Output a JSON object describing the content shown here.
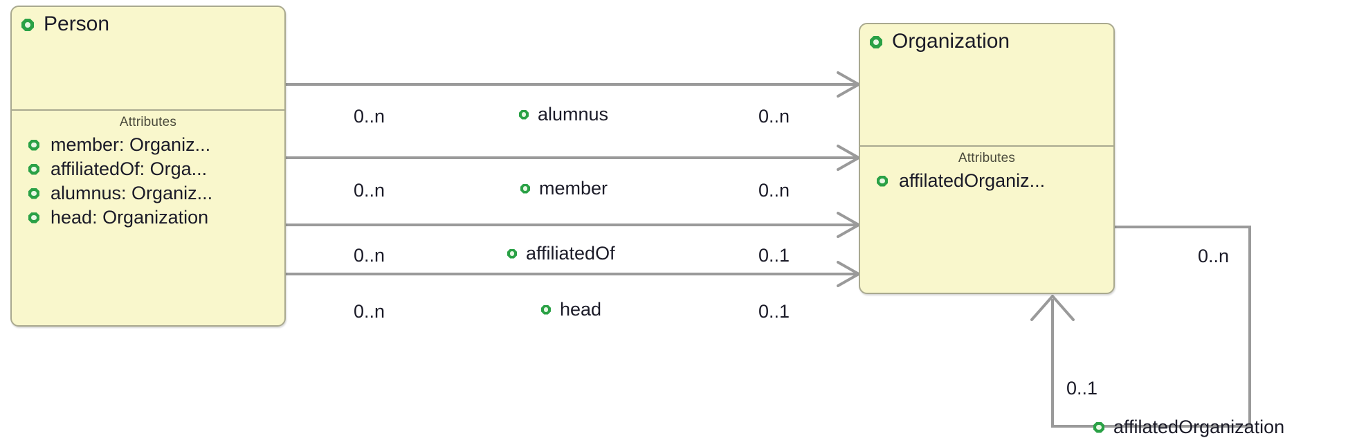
{
  "diagram": {
    "type": "uml-class-diagram",
    "colors": {
      "class_fill": "#f9f7cc",
      "class_border": "#a9a98f",
      "connector": "#9a9a9a",
      "icon_green": "#2aa146",
      "text": "#1b1b28"
    },
    "classes": [
      {
        "id": "person",
        "name": "Person",
        "icon": "green-octagon-icon",
        "attributes_caption": "Attributes",
        "attributes": [
          {
            "label": "member: Organiz...",
            "icon": "green-octagon-icon"
          },
          {
            "label": "affiliatedOf: Orga...",
            "icon": "green-octagon-icon"
          },
          {
            "label": "alumnus: Organiz...",
            "icon": "green-octagon-icon"
          },
          {
            "label": "head: Organization",
            "icon": "green-octagon-icon"
          }
        ]
      },
      {
        "id": "organization",
        "name": "Organization",
        "icon": "green-octagon-icon",
        "attributes_caption": "Attributes",
        "attributes": [
          {
            "label": "affilatedOrganiz...",
            "icon": "green-octagon-icon"
          }
        ]
      }
    ],
    "associations": [
      {
        "id": "alumnus",
        "source": "Person",
        "target": "Organization",
        "role": "alumnus",
        "source_multiplicity": "0..n",
        "target_multiplicity": "0..n",
        "icon": "green-octagon-icon"
      },
      {
        "id": "member",
        "source": "Person",
        "target": "Organization",
        "role": "member",
        "source_multiplicity": "0..n",
        "target_multiplicity": "0..n",
        "icon": "green-octagon-icon"
      },
      {
        "id": "affiliatedOf",
        "source": "Person",
        "target": "Organization",
        "role": "affiliatedOf",
        "source_multiplicity": "0..n",
        "target_multiplicity": "0..1",
        "icon": "green-octagon-icon"
      },
      {
        "id": "head",
        "source": "Person",
        "target": "Organization",
        "role": "head",
        "source_multiplicity": "0..n",
        "target_multiplicity": "0..1",
        "icon": "green-octagon-icon"
      },
      {
        "id": "affilatedOrganization",
        "source": "Organization",
        "target": "Organization",
        "role": "affilatedOrganization",
        "source_multiplicity": "0..n",
        "target_multiplicity": "0..1",
        "icon": "green-octagon-icon",
        "self_loop": true
      }
    ]
  }
}
